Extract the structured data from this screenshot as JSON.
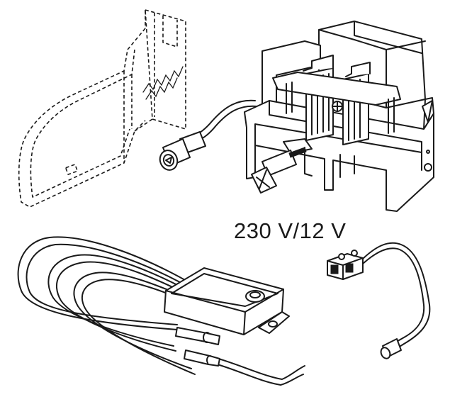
{
  "diagram": {
    "voltage_label": "230 V/12 V",
    "colors": {
      "stroke": "#1a1a1a",
      "background": "#ffffff"
    },
    "parts": [
      {
        "name": "urinal-outline",
        "style": "dashed"
      },
      {
        "name": "sensor-module"
      },
      {
        "name": "solenoid-valve-assembly"
      },
      {
        "name": "power-supply-unit"
      },
      {
        "name": "terminal-block-connector"
      }
    ]
  }
}
